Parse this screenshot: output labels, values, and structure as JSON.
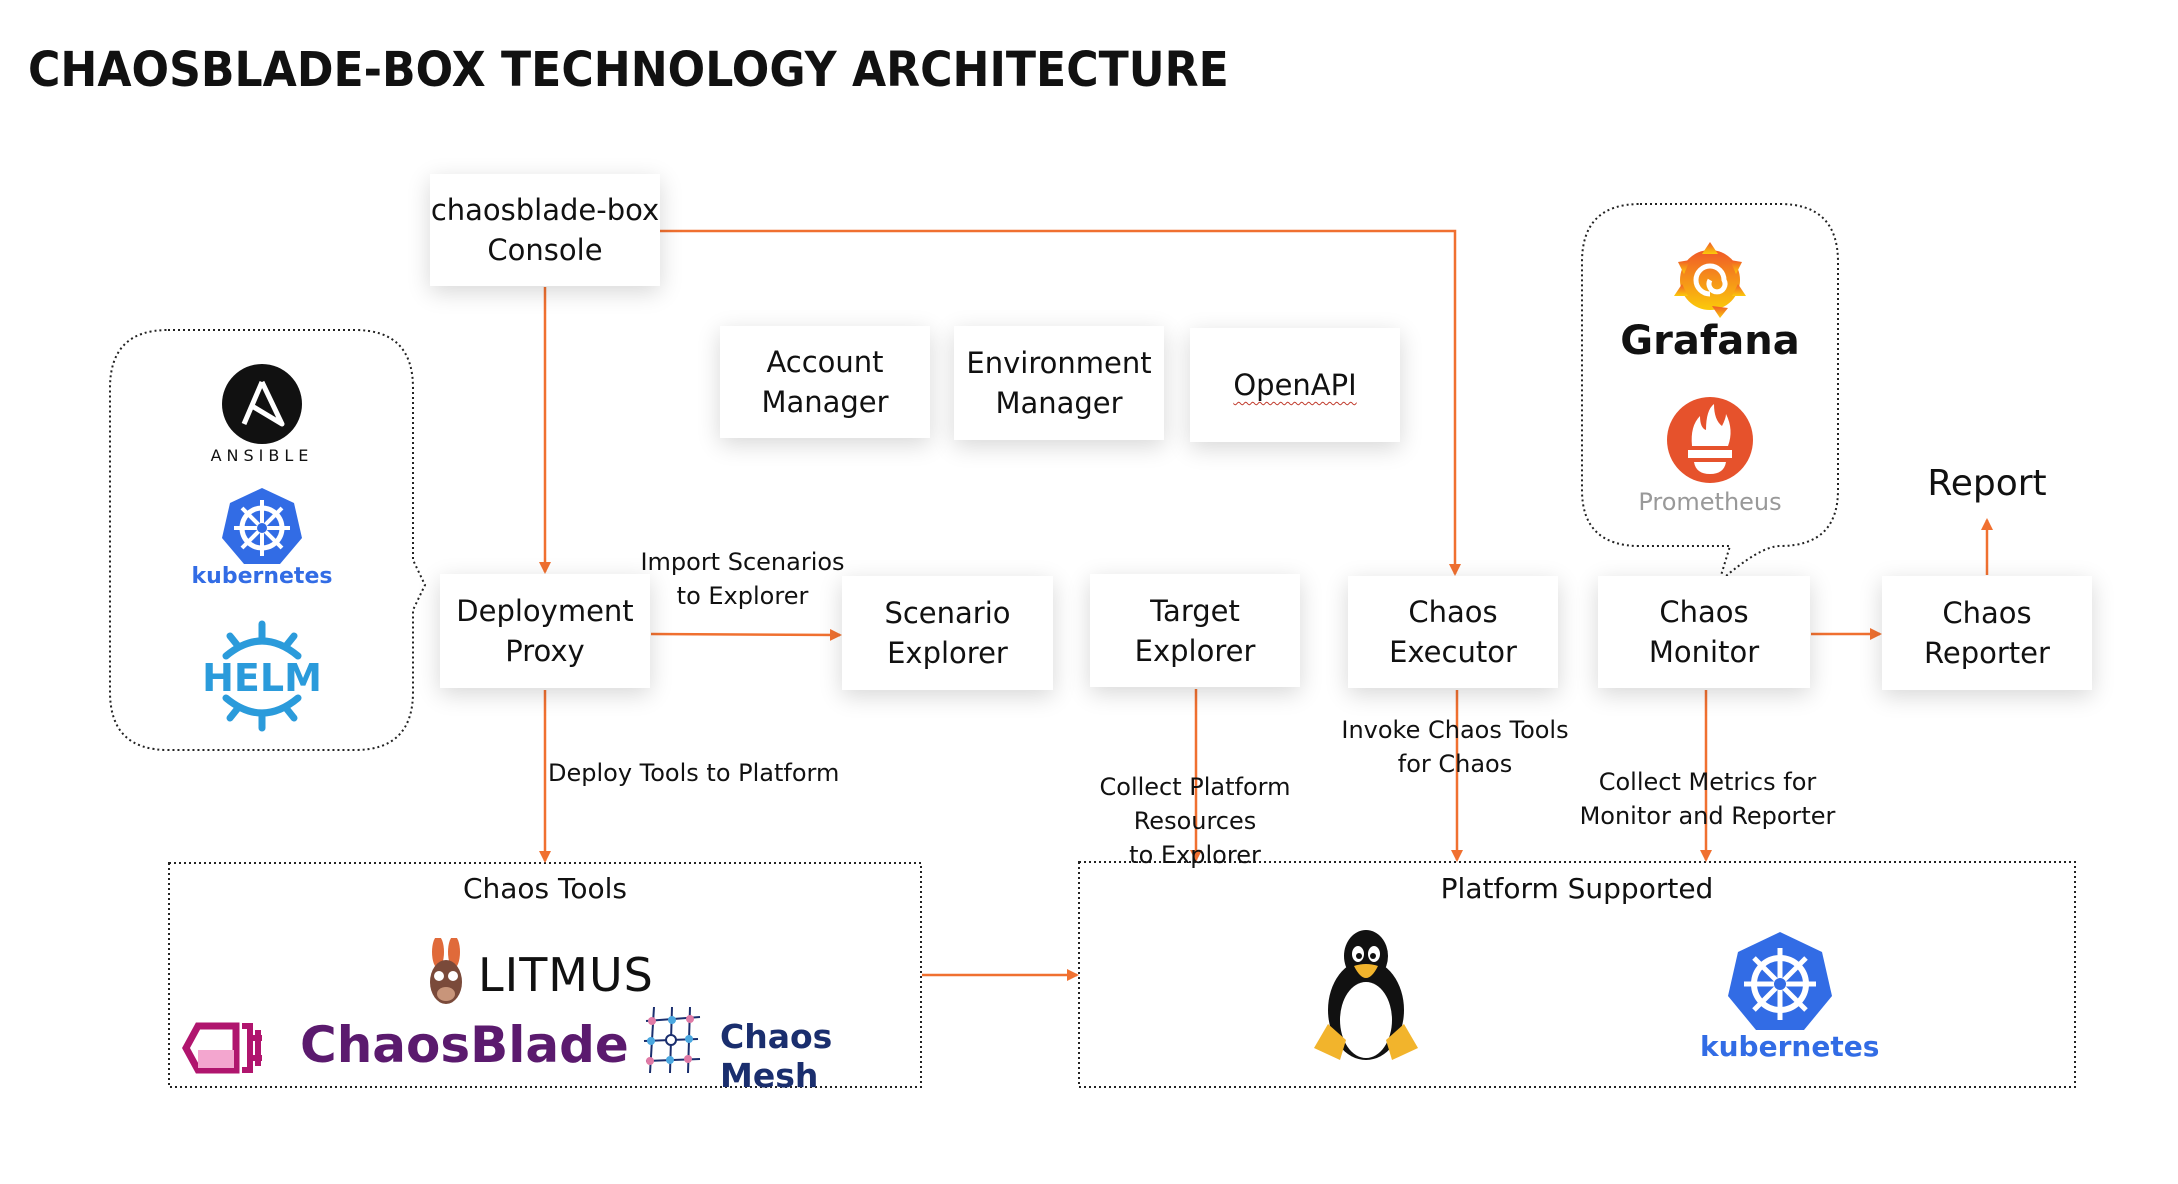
{
  "title": "CHAOSBLADE-BOX TECHNOLOGY ARCHITECTURE",
  "colors": {
    "arrow": "#F07030",
    "kubernetes_blue": "#326CE5",
    "helm_blue": "#2B9BDB",
    "grafana_orange": "#F46800",
    "prometheus_orange": "#E6522C",
    "chaosblade_purple": "#5B1A6E",
    "chaosmesh_navy": "#1A2E6E"
  },
  "components": {
    "console": "chaosblade-box\nConsole",
    "account_manager": "Account\nManager",
    "environment_manager": "Environment\nManager",
    "openapi": "OpenAPI",
    "deployment_proxy": "Deployment\nProxy",
    "scenario_explorer": "Scenario\nExplorer",
    "target_explorer": "Target\nExplorer",
    "chaos_executor": "Chaos\nExecutor",
    "chaos_monitor": "Chaos\nMonitor",
    "chaos_reporter": "Chaos\nReporter"
  },
  "report_label": "Report",
  "edge_labels": {
    "import_scenarios": "Import Scenarios\nto Explorer",
    "deploy_tools": "Deploy Tools to Platform",
    "collect_resources": "Collect Platform Resources\nto Explorer",
    "invoke_tools": "Invoke Chaos Tools\nfor Chaos",
    "collect_metrics": "Collect Metrics for\nMonitor and Reporter"
  },
  "deploy_bubble": {
    "logos": [
      {
        "name": "ansible",
        "label": "ANSIBLE",
        "icon": "ansible-icon"
      },
      {
        "name": "kubernetes",
        "label": "kubernetes",
        "icon": "kubernetes-icon"
      },
      {
        "name": "helm",
        "label": "HELM",
        "icon": "helm-icon"
      }
    ]
  },
  "monitor_bubble": {
    "logos": [
      {
        "name": "grafana",
        "label": "Grafana",
        "icon": "grafana-icon"
      },
      {
        "name": "prometheus",
        "label": "Prometheus",
        "icon": "prometheus-icon"
      }
    ]
  },
  "chaos_tools": {
    "title": "Chaos Tools",
    "logos": [
      {
        "name": "litmus",
        "label": "LITMUS",
        "icon": "litmus-icon"
      },
      {
        "name": "chaosblade",
        "label": "ChaosBlade",
        "icon": "chaosblade-icon"
      },
      {
        "name": "chaosmesh",
        "label": "Chaos Mesh",
        "icon": "chaosmesh-icon"
      }
    ]
  },
  "platform_supported": {
    "title": "Platform Supported",
    "logos": [
      {
        "name": "linux",
        "label": "",
        "icon": "linux-tux-icon"
      },
      {
        "name": "kubernetes",
        "label": "kubernetes",
        "icon": "kubernetes-icon"
      }
    ]
  }
}
